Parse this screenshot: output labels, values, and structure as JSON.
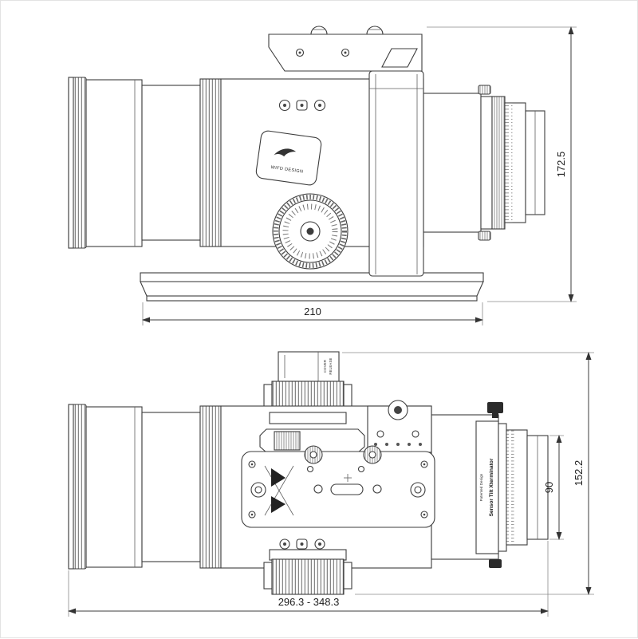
{
  "page": {
    "background": "#ffffff",
    "line_color": "#3c3c3c"
  },
  "labels": {
    "brand": "WIFD DESIGN",
    "cover_line1": "COVER",
    "cover_line2": "RELEASE",
    "patented": "Patented Design",
    "sensor_tilt": "Sensor Tilt Xterminator"
  },
  "dimensions": {
    "side_view_height": "172.5",
    "dovetail_length": "210",
    "bottom_view_height": "152.2",
    "rear_flange": "90",
    "overall_length_range": "296.3 - 348.3"
  }
}
